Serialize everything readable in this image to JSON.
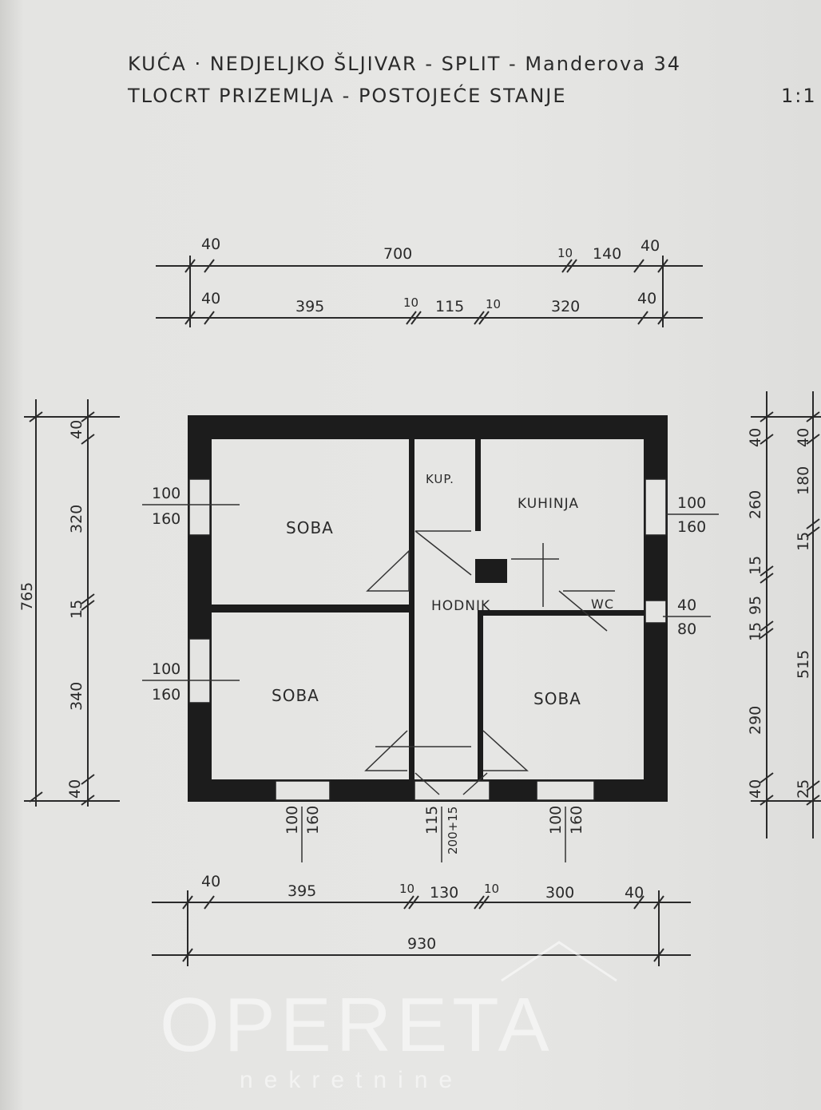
{
  "title": {
    "line1": "KUĆA · NEDJELJKO ŠLJIVAR - SPLIT - Manderova 34",
    "line2": "TLOCRT PRIZEMLJA - POSTOJEĆE STANJE",
    "scale": "1:1"
  },
  "rooms": {
    "soba_top_left": "SOBA",
    "kupaonica": "KUP.",
    "kuhinja": "KUHINJA",
    "hodnik": "HODNIK",
    "wc": "WC",
    "soba_bottom_left": "SOBA",
    "soba_bottom_right": "SOBA"
  },
  "dimensions": {
    "top_row1": [
      "40",
      "700",
      "10",
      "140",
      "40"
    ],
    "top_row2": [
      "40",
      "395",
      "10",
      "115",
      "10",
      "320",
      "40"
    ],
    "bottom_row1": [
      "40",
      "395",
      "10",
      "130",
      "10",
      "300",
      "40"
    ],
    "bottom_total": "930",
    "left_total": "765",
    "left_row": [
      "40",
      "320",
      "15",
      "340",
      "40"
    ],
    "right_row1": [
      "40",
      "260",
      "15",
      "95",
      "15",
      "290",
      "40"
    ],
    "right_row2": [
      "40",
      "180",
      "15",
      "515",
      "25"
    ]
  },
  "openings": {
    "left_top": [
      "100",
      "160"
    ],
    "left_bottom": [
      "100",
      "160"
    ],
    "right_kitchen": [
      "100",
      "160"
    ],
    "right_wc": [
      "40",
      "80"
    ],
    "bottom_left": [
      "100",
      "160"
    ],
    "bottom_door": [
      "115",
      "200+15"
    ],
    "bottom_right": [
      "100",
      "160"
    ]
  },
  "watermark": {
    "brand": "OPERETA",
    "sub": "nekretnine"
  }
}
